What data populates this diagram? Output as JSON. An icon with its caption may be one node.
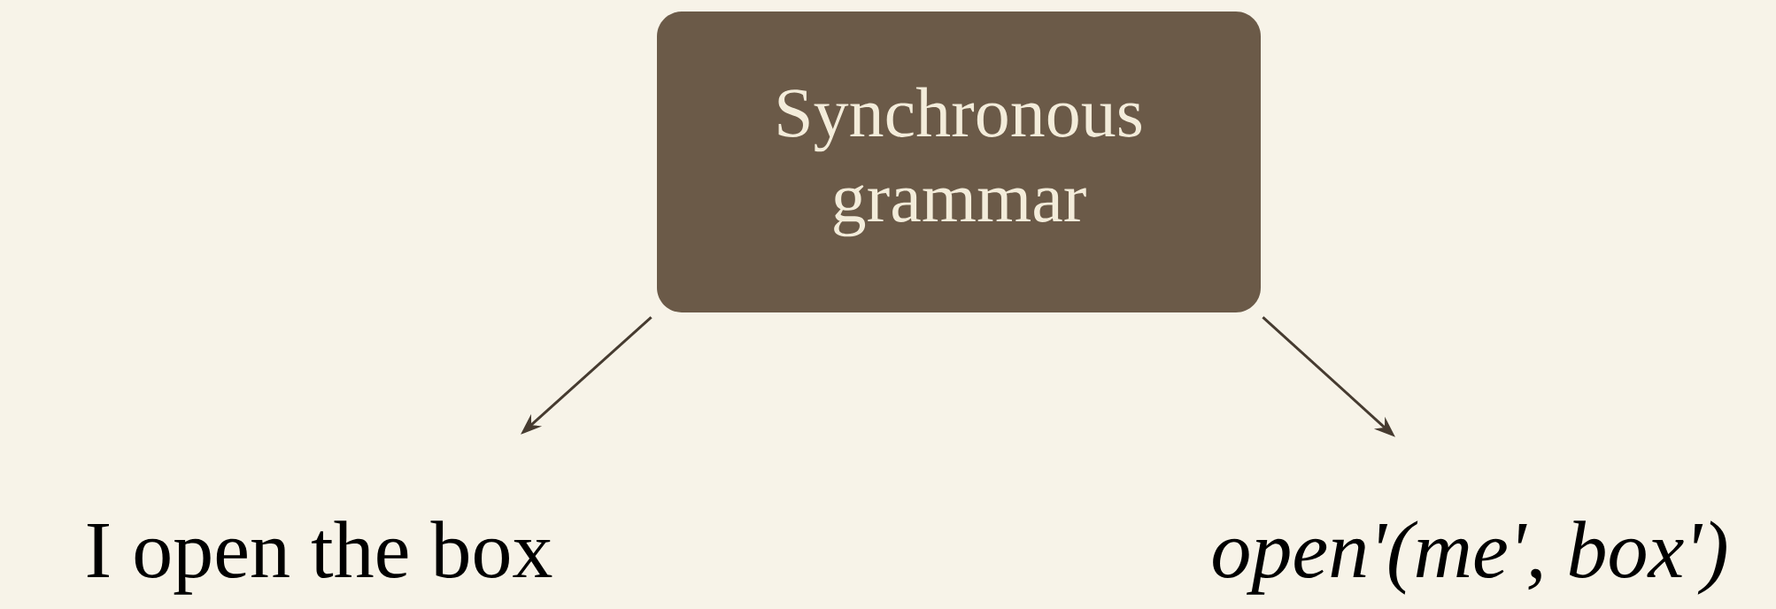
{
  "diagram": {
    "nodes": [
      {
        "text": [
          "Synchronous grammar"
        ]
      },
      {
        "text": [
          "I open the box"
        ]
      },
      {
        "text": [
          "open'(me', box')"
        ]
      }
    ],
    "edges": [
      {
        "from": 0,
        "to": 1,
        "arrow": "to"
      },
      {
        "from": 0,
        "to": 2,
        "arrow": "to"
      }
    ]
  }
}
